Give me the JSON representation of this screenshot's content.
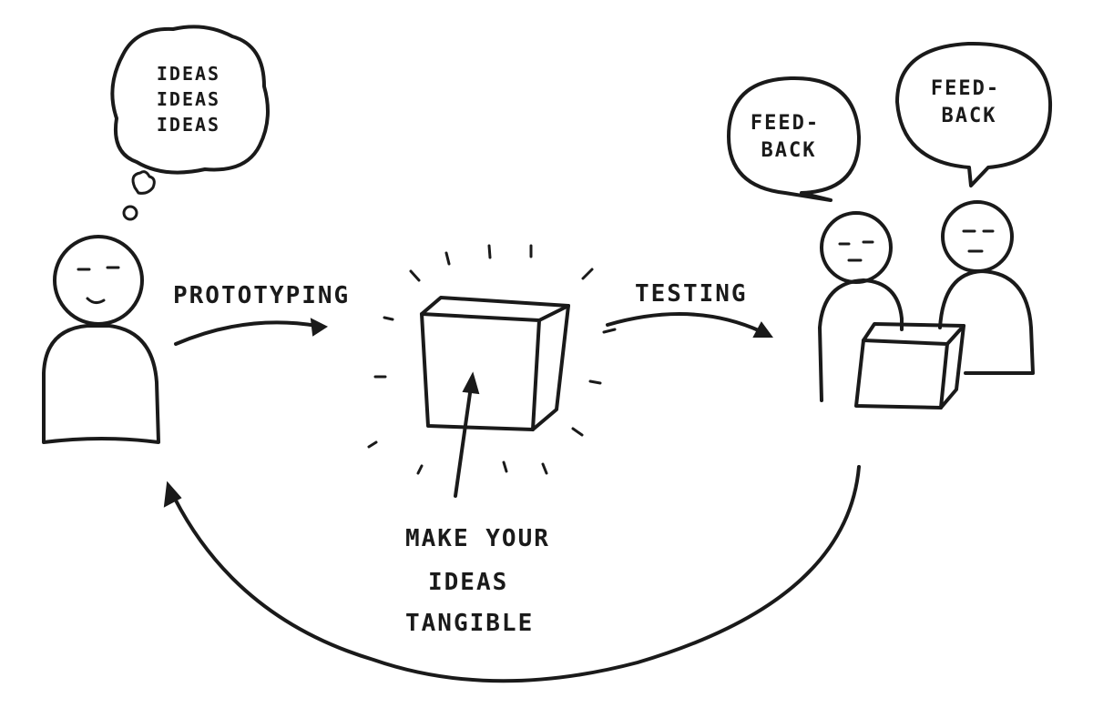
{
  "thought_bubble": {
    "lines": [
      "IDEAS",
      "IDEAS",
      "IDEAS"
    ]
  },
  "labels": {
    "prototyping": "PROTOTYPING",
    "testing": "TESTING",
    "tangible": [
      "MAKE YOUR",
      "IDEAS",
      "TANGIBLE"
    ]
  },
  "speech_bubbles": [
    {
      "lines": [
        "FEED-",
        "BACK"
      ]
    },
    {
      "lines": [
        "FEED-",
        "BACK"
      ]
    }
  ],
  "colors": {
    "ink": "#1a1a1a",
    "paper": "#ffffff"
  }
}
